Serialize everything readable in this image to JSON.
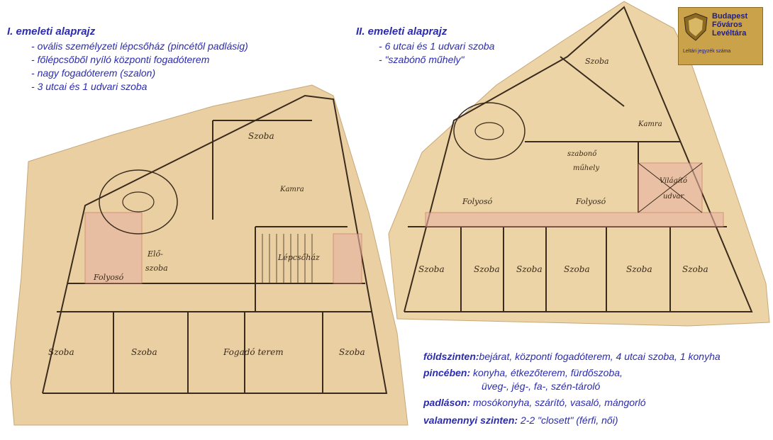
{
  "left_title": "I. emeleti alaprajz",
  "left_items": [
    "ovális személyzeti lépcsőház (pincétől padlásig)",
    "főlépcsőből nyíló központi fogadóterem",
    "nagy fogadóterem (szalon)",
    "3 utcai és 1 udvari szoba"
  ],
  "right_title": "II. emeleti alaprajz",
  "right_items": [
    "6 utcai és 1 udvari szoba",
    "\"szabónő műhely\""
  ],
  "archive": {
    "name_lines": [
      "Budapest",
      "Főváros",
      "Levéltára"
    ],
    "small": "Leltári jegyzék száma"
  },
  "legend": [
    {
      "label": "földszinten:",
      "text": "bejárat, központi fogadóterem, 4 utcai szoba, 1 konyha"
    },
    {
      "label": "pincében:",
      "text": "konyha, étkezőterem, fürdőszoba,"
    },
    {
      "label": "",
      "text": "üveg-, jég-, fa-, szén-tároló"
    },
    {
      "label": "padláson:",
      "text": "mosókonyha, szárító, vasaló, mángorló"
    },
    {
      "label": "valamennyi szinten:",
      "text": "2-2 \"closett\" (férfi, női)"
    }
  ],
  "plan1_labels": {
    "szoba_top": "Szoba",
    "kamra": "Kamra",
    "elo": "Elő-",
    "szoba_elo": "szoba",
    "folyoso": "Folyosó",
    "lepcsohaz": "Lépcsőház",
    "szoba1": "Szoba",
    "szoba2": "Szoba",
    "fogado": "Fogadó terem",
    "szoba3": "Szoba"
  },
  "plan2_labels": {
    "szoba_top": "Szoba",
    "kamra": "Kamra",
    "szabono": "szabonő",
    "muhely": "műhely",
    "folyoso1": "Folyosó",
    "folyoso2": "Folyosó",
    "vilagito": "Világító",
    "udvar": "udvar",
    "rooms": [
      "Szoba",
      "Szoba",
      "Szoba",
      "Szoba",
      "Szoba",
      "Szoba"
    ]
  }
}
